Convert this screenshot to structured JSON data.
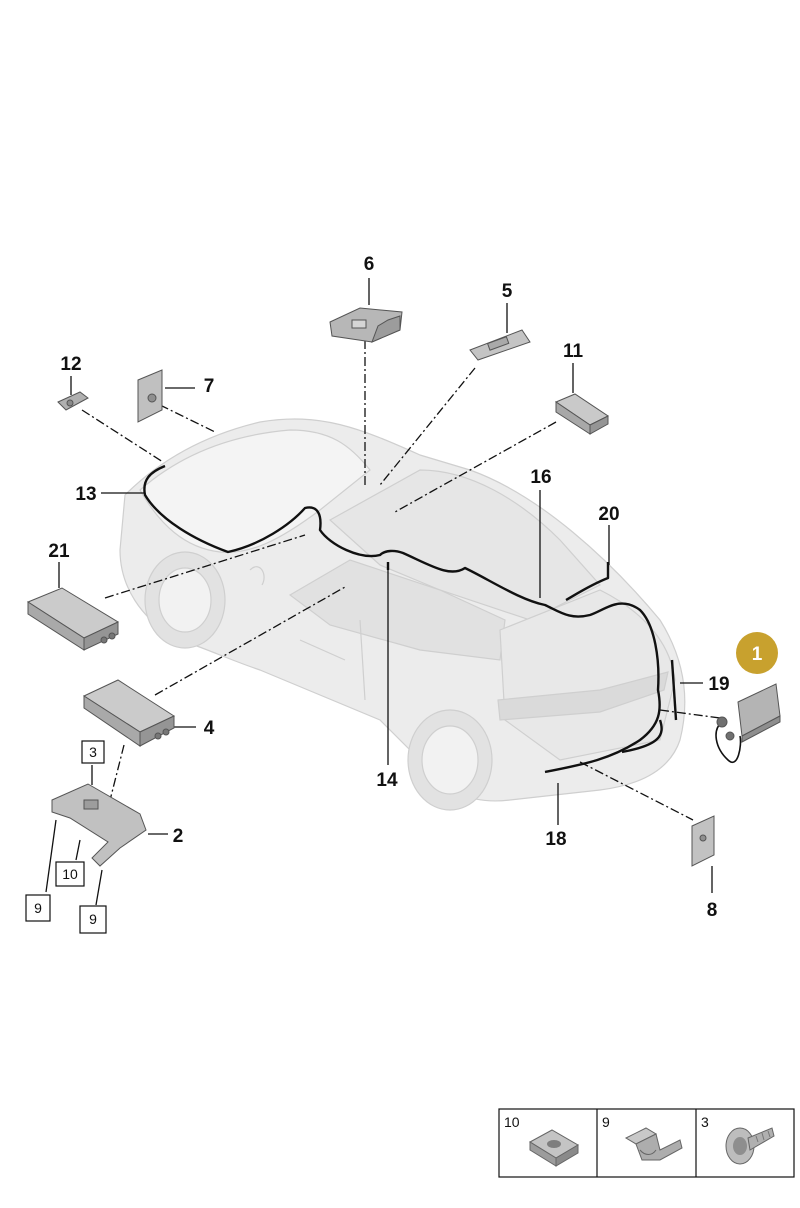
{
  "callouts": {
    "p1": "1",
    "p2": "2",
    "p3": "3",
    "p4": "4",
    "p5": "5",
    "p6": "6",
    "p7": "7",
    "p8": "8",
    "p9": "9",
    "p10": "10",
    "p11": "11",
    "p12": "12",
    "p13": "13",
    "p14": "14",
    "p16": "16",
    "p18": "18",
    "p19": "19",
    "p20": "20",
    "p21": "21"
  },
  "legend": {
    "cells": [
      {
        "label": "10",
        "icon": "clip-nut-icon"
      },
      {
        "label": "9",
        "icon": "spring-clip-icon"
      },
      {
        "label": "3",
        "icon": "screw-icon"
      }
    ]
  },
  "colors": {
    "highlight": "#c8a12e",
    "car_body": "#eeeeee",
    "parts": "#b9b9b9"
  }
}
